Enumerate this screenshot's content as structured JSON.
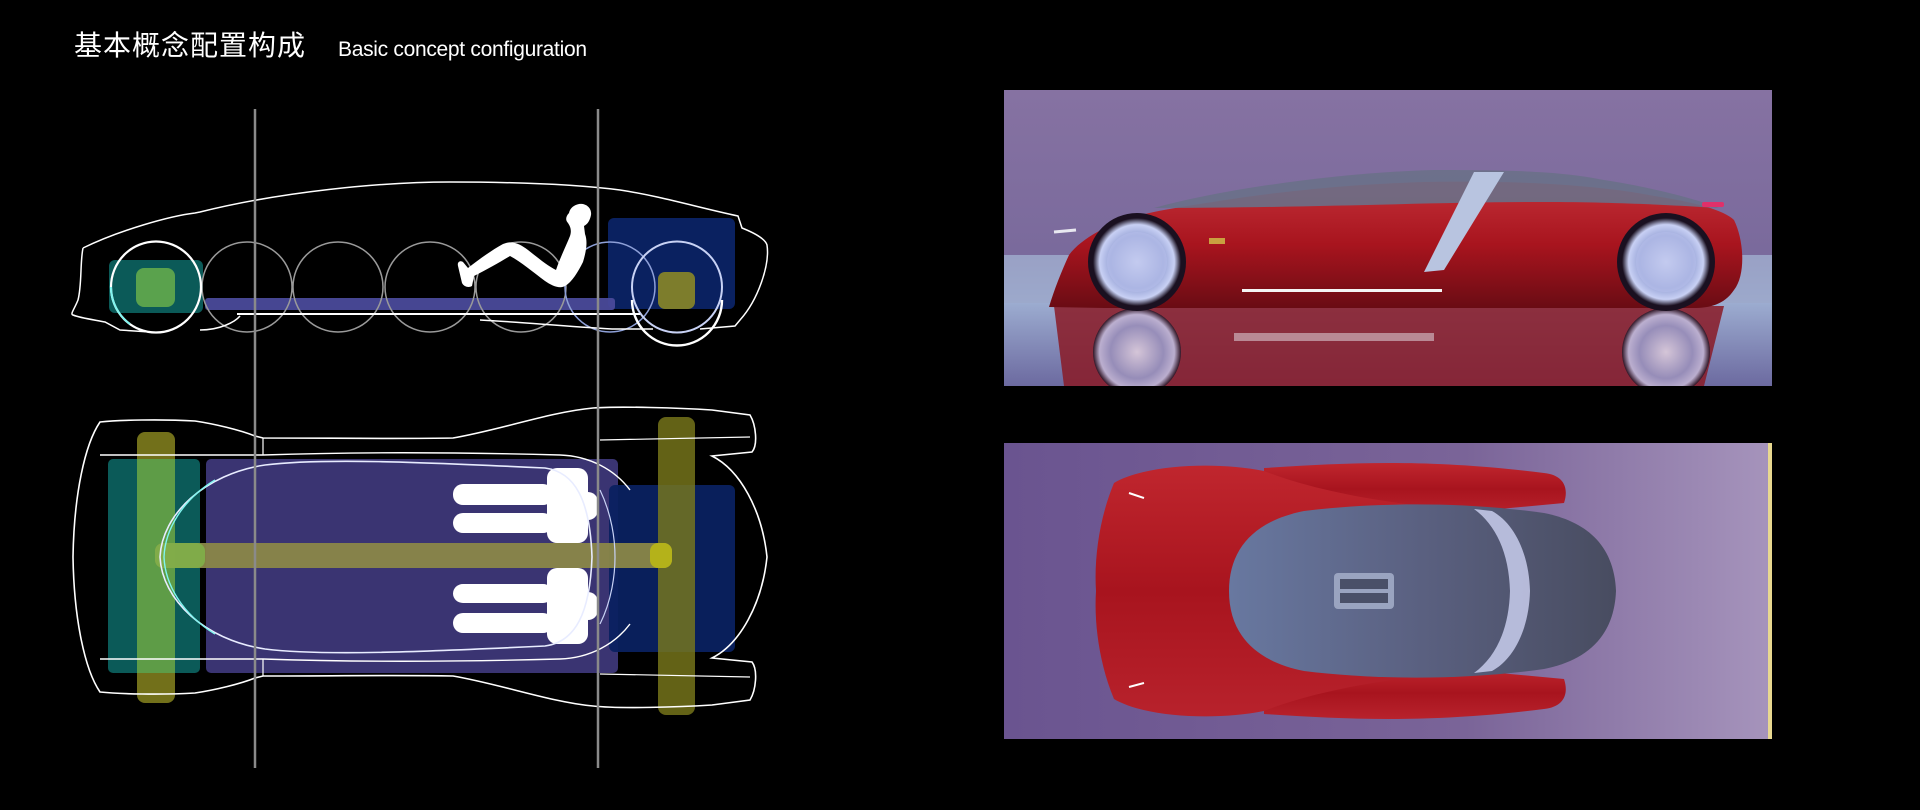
{
  "header": {
    "title_cn": "基本概念配置构成",
    "title_en": "Basic concept configuration"
  },
  "diagram": {
    "side_view": {
      "label": "side-view layout sketch",
      "reference_lines_x": [
        255,
        598
      ],
      "wheel_count": 2,
      "ghost_circle_count": 5,
      "occupant": "reclined seated figure"
    },
    "top_view": {
      "label": "top-view layout sketch",
      "seat_count": 2
    },
    "colors": {
      "front_unit": "#0b5a58",
      "front_core": "#5aa24d",
      "cabin_floor": "#3a3472",
      "battery_bar": "#4a4a9a",
      "rear_unit": "#0a2160",
      "rear_core": "#7d7d2c",
      "axle": "#7c7a1c",
      "spine": "#8a8748",
      "reference_line": "#8a8a8a",
      "outline": "#ffffff"
    }
  },
  "photos": {
    "side": {
      "label": "concept car side render",
      "body_color": "#b0202a",
      "background": "#7a6a9c"
    },
    "top": {
      "label": "concept car top render",
      "body_color": "#b0202a",
      "background": "#7a6494"
    }
  }
}
